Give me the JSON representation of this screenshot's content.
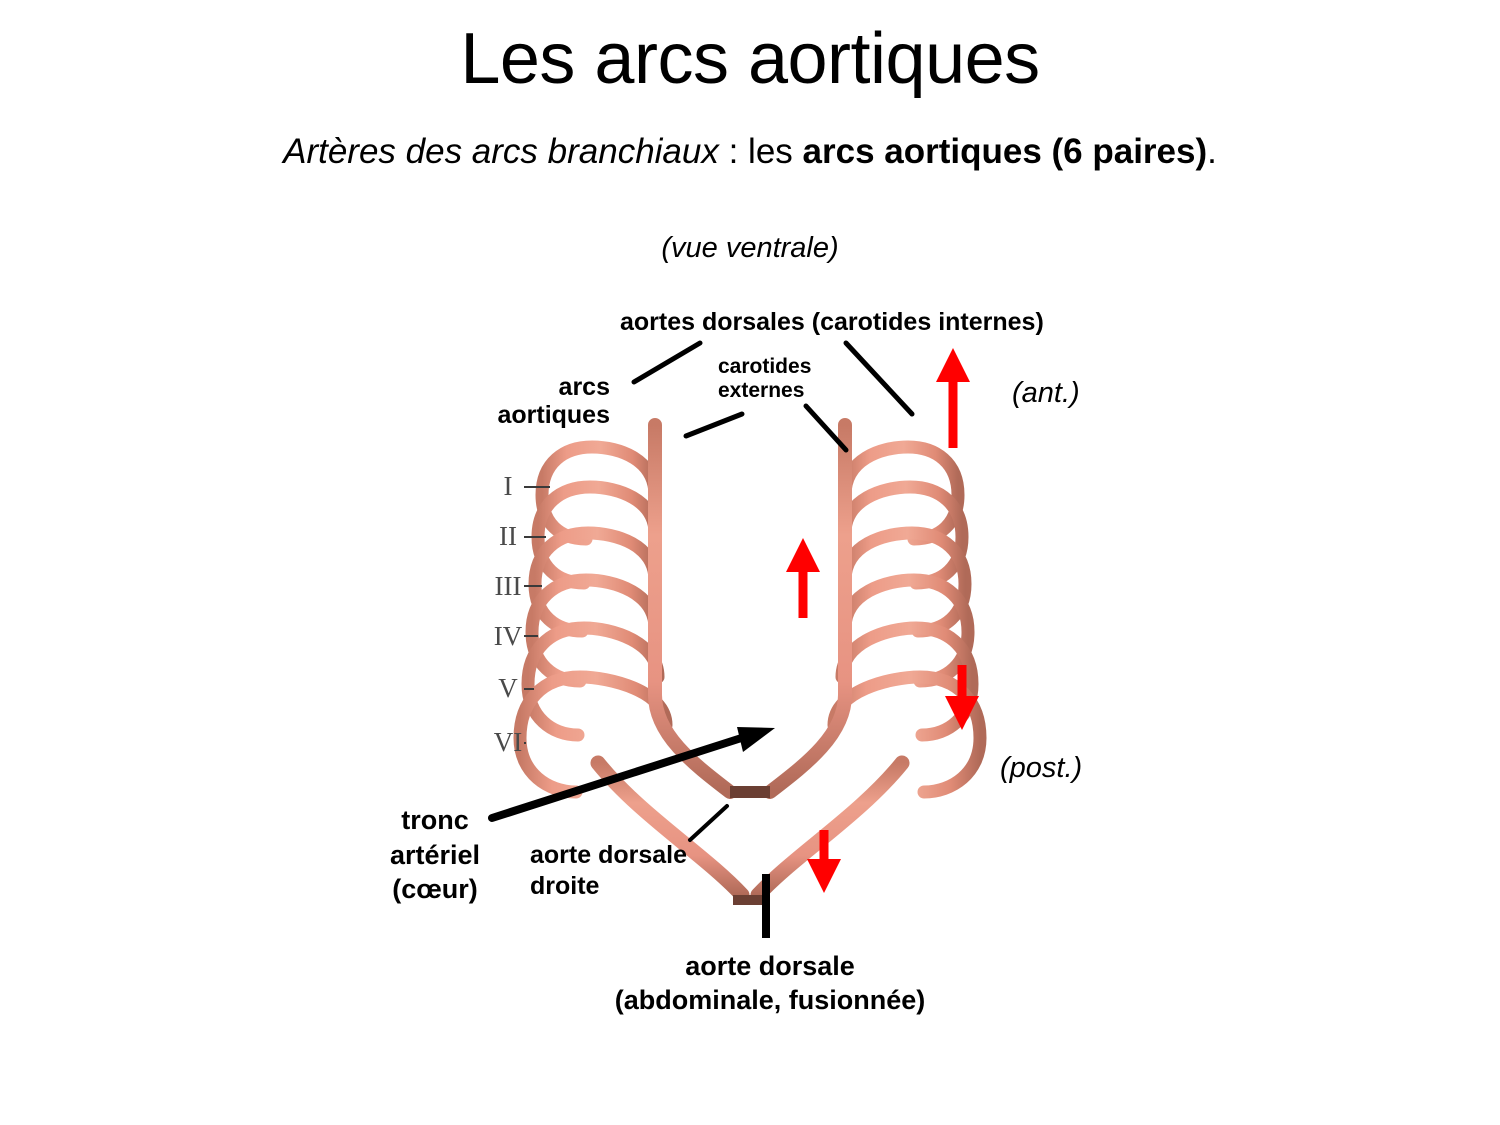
{
  "slide": {
    "title": "Les arcs aortiques",
    "subtitle": {
      "italic_part": "Artères des arcs branchiaux",
      "middle_part": " : les ",
      "bold_part": "arcs aortiques (6 paires)",
      "end_part": "."
    }
  },
  "figure": {
    "view_caption": "(vue ventrale)",
    "orientation": {
      "anterior": "(ant.)",
      "posterior": "(post.)"
    },
    "labels": {
      "aortes_dorsales": "aortes dorsales (carotides internes)",
      "carotides_externes": "carotides\nexternes",
      "arcs_aortiques": "arcs\naortiques",
      "tronc_arteriel": "tronc\nartériel\n(cœur)",
      "aorte_dorsale_droite": "aorte dorsale\ndroite",
      "aorte_dorsale_abdominale": "aorte dorsale\n(abdominale, fusionnée)"
    },
    "arch_numerals": [
      "I",
      "II",
      "III",
      "IV",
      "V",
      "VI"
    ],
    "flow_arrows": [
      {
        "name": "anterior-outer-arrow",
        "direction": "up"
      },
      {
        "name": "anterior-inner-arrow",
        "direction": "up"
      },
      {
        "name": "posterior-outer-arrow",
        "direction": "down"
      },
      {
        "name": "posterior-lower-arrow",
        "direction": "down"
      }
    ]
  },
  "colors": {
    "vessel_fill": "#E8907D",
    "vessel_fill_light": "#EE9E8C",
    "vessel_edge": "#8B5A4A",
    "arrow_red": "#FF0000",
    "text_black": "#000000",
    "numeral_gray": "#4A4A4A",
    "background": "#FFFFFF"
  }
}
